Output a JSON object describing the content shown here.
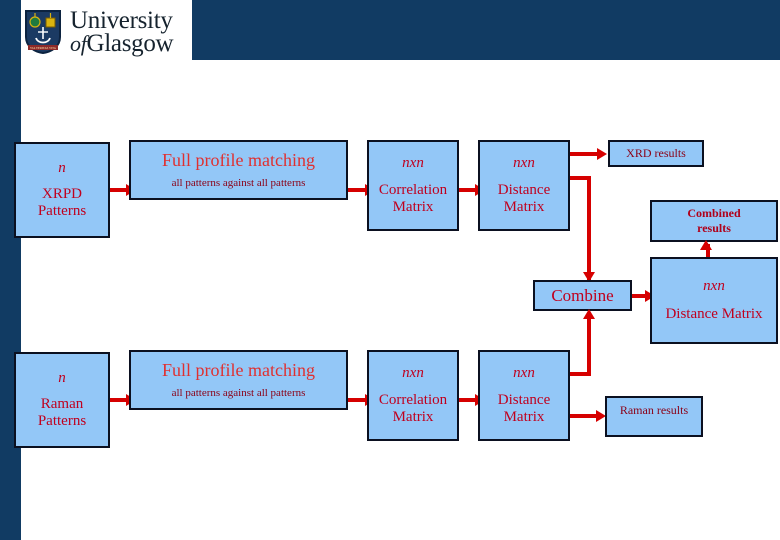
{
  "header": {
    "university_line1": "University",
    "university_of": "of",
    "university_line2": "Glasgow",
    "brand_navy": "#113B63",
    "crest_motto": "VIA VERITAS VITA"
  },
  "diagram": {
    "box_fill": "#93C7F7",
    "box_border": "#0b1020",
    "arrow_color": "#D60000",
    "text_color": "#C0001E",
    "nodes": {
      "xrpd_patterns": {
        "n": "n",
        "line1": "XRPD",
        "line2": "Patterns"
      },
      "xrpd_full_profile": {
        "title": "Full profile matching",
        "subtitle": "all patterns against all patterns"
      },
      "xrpd_correlation": {
        "n": "nxn",
        "line1": "Correlation",
        "line2": "Matrix"
      },
      "xrpd_distance": {
        "n": "nxn",
        "line1": "Distance",
        "line2": "Matrix"
      },
      "xrd_results": {
        "label": "XRD results"
      },
      "combined_results": {
        "line1": "Combined",
        "line2": "results"
      },
      "combine": {
        "label": "Combine"
      },
      "combined_distance": {
        "n": "nxn",
        "label": "Distance Matrix"
      },
      "raman_patterns": {
        "n": "n",
        "line1": "Raman",
        "line2": "Patterns"
      },
      "raman_full_profile": {
        "title": "Full profile matching",
        "subtitle": "all patterns against all patterns"
      },
      "raman_correlation": {
        "n": "nxn",
        "line1": "Correlation",
        "line2": "Matrix"
      },
      "raman_distance": {
        "n": "nxn",
        "line1": "Distance",
        "line2": "Matrix"
      },
      "raman_results": {
        "label": "Raman results"
      }
    }
  }
}
